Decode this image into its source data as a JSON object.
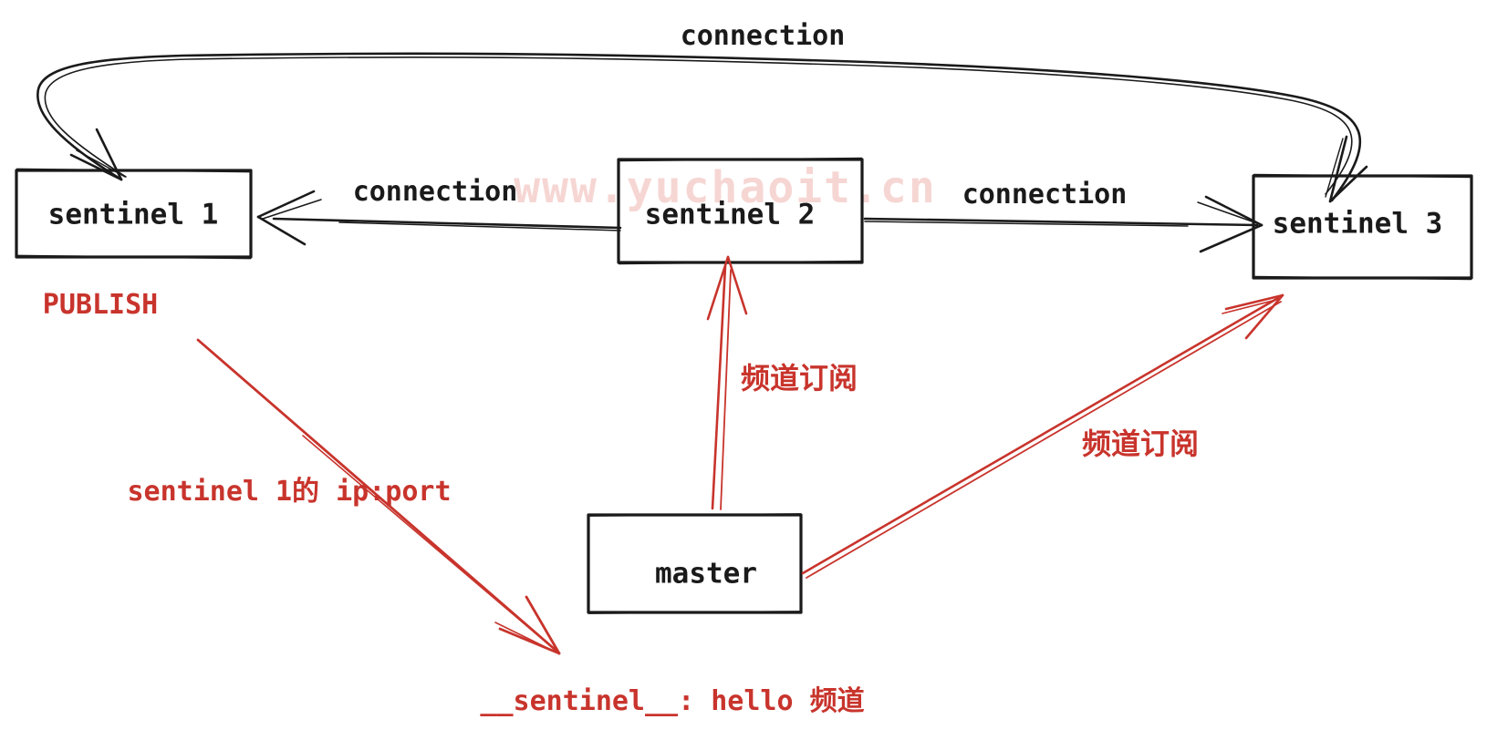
{
  "watermark": {
    "text": "www.yuchaoit.cn"
  },
  "nodes": {
    "sentinel1": {
      "label": "sentinel 1"
    },
    "sentinel2": {
      "label": "sentinel 2"
    },
    "sentinel3": {
      "label": "sentinel 3"
    },
    "master": {
      "label": "master"
    }
  },
  "edge_labels": {
    "top": "connection",
    "left": "connection",
    "right": "connection"
  },
  "annotations": {
    "publish": "PUBLISH",
    "sentinel1_ipport": "sentinel 1的 ip:port",
    "channel_sub_s2": "频道订阅",
    "channel_sub_s3": "频道订阅",
    "hello_channel": "__sentinel__: hello 频道"
  },
  "colors": {
    "ink": "#1a1a1a",
    "red": "#c8342c",
    "watermark_pink": "#f6d6d3"
  }
}
